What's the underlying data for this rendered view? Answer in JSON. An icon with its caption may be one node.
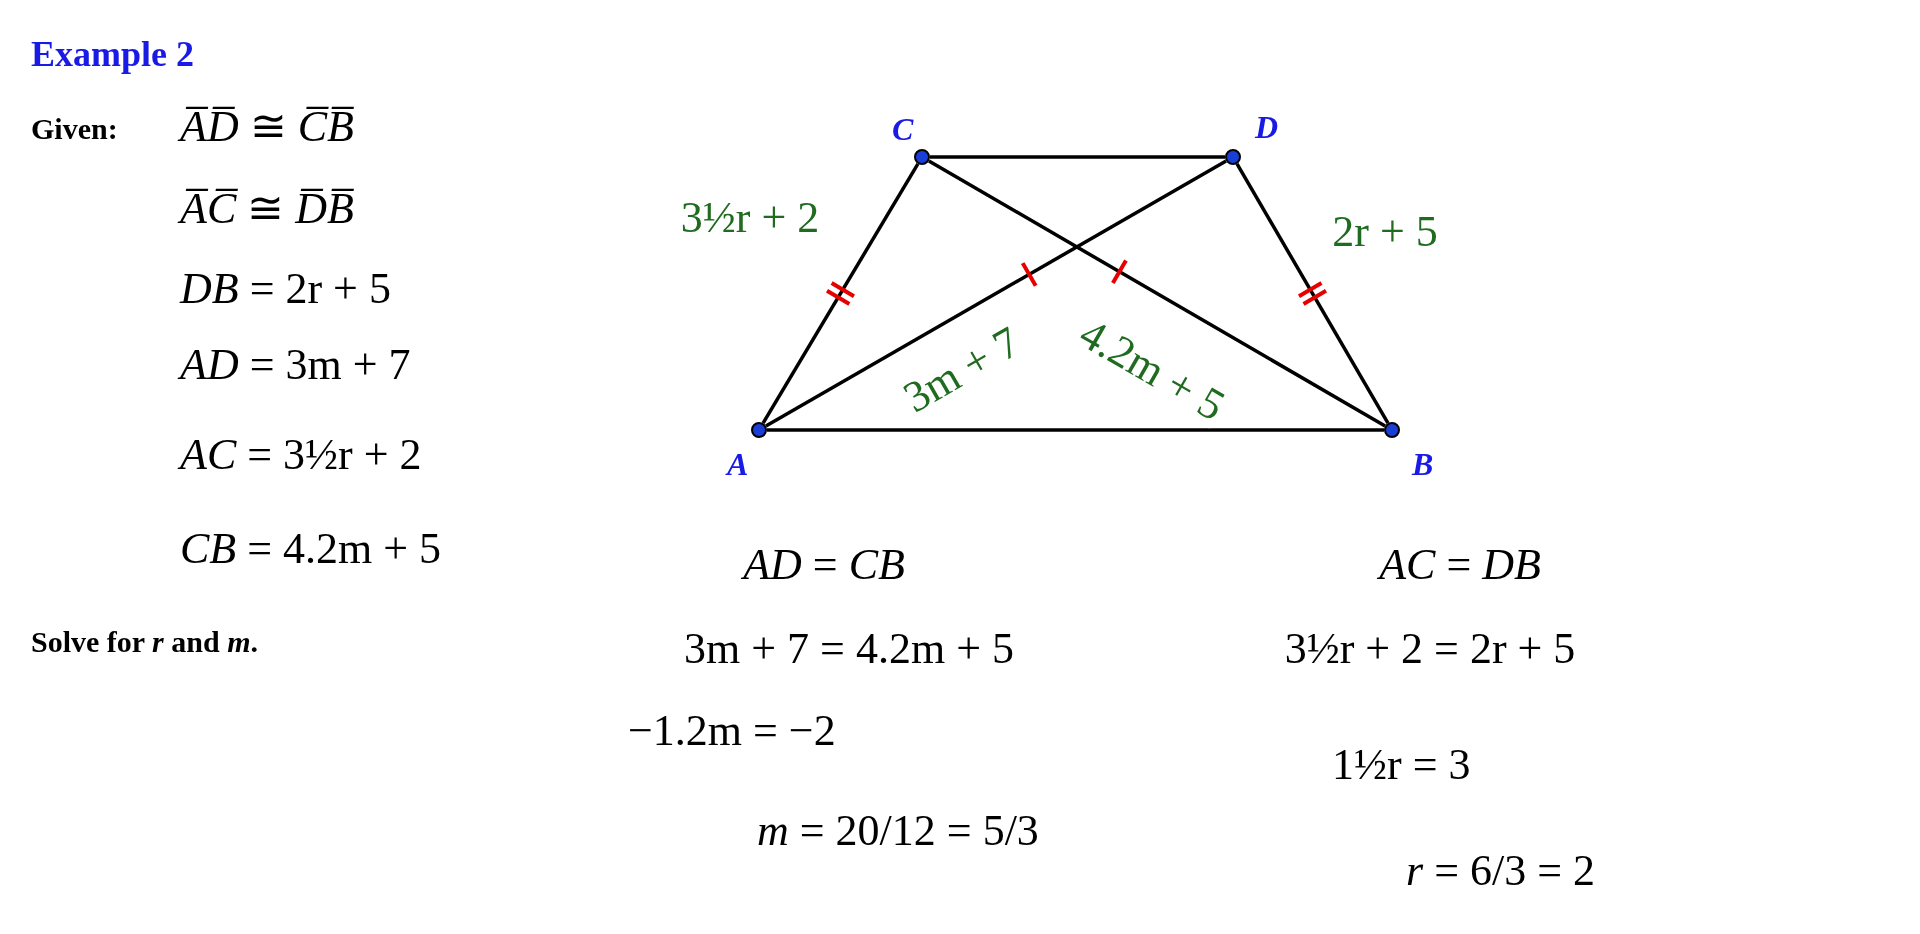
{
  "diagram": {
    "title": "Example 2",
    "nodes": [
      {
        "text": [
          "C"
        ]
      },
      {
        "text": [
          "D"
        ]
      },
      {
        "text": [
          "A"
        ]
      },
      {
        "text": [
          "B"
        ]
      }
    ],
    "edges": [
      {
        "from": 0,
        "to": 1,
        "arrow": "none"
      },
      {
        "from": 2,
        "to": 3,
        "arrow": "none"
      },
      {
        "from": 2,
        "to": 0,
        "arrow": "none",
        "label": "3½r + 2"
      },
      {
        "from": 1,
        "to": 3,
        "arrow": "none",
        "label": "2r + 5"
      },
      {
        "from": 2,
        "to": 1,
        "arrow": "none",
        "label": "3m + 7"
      },
      {
        "from": 0,
        "to": 3,
        "arrow": "none",
        "label": "4.2m + 5"
      }
    ],
    "labels": [
      "Given:",
      "*A̅D̅* ≅ *C̅B̅*",
      "*A̅C̅* ≅ *D̅B̅*",
      "*DB* = 2r + 5",
      "*AD* = 3m + 7",
      "*AC* = 3½r + 2",
      "*CB* = 4.2m + 5",
      "Solve for *r* and *m*.",
      "*AD* = *CB*",
      "*AC* = *DB*",
      "3m + 7 = 4.2m + 5",
      "3½r + 2 = 2r + 5",
      "−1.2m = −2",
      "1½r = 3",
      "*m* = 20/12 = 5/3",
      "*r* = 6/3 = 2"
    ]
  }
}
